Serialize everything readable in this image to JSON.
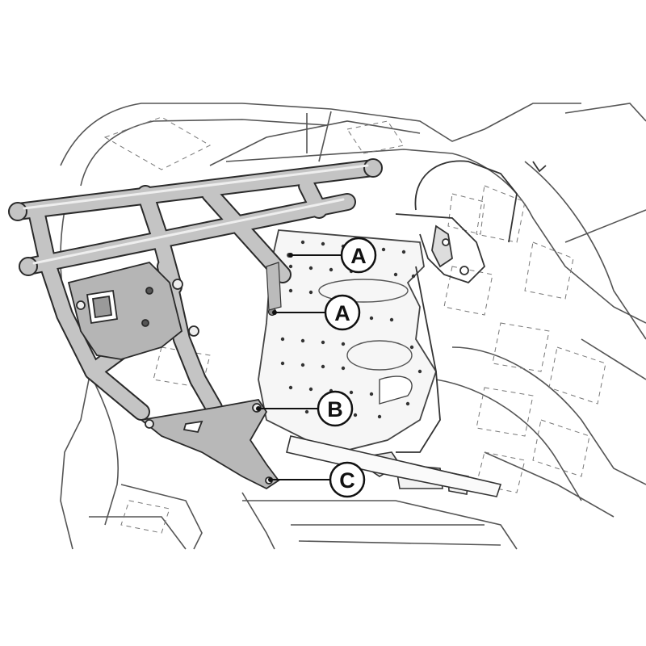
{
  "diagram": {
    "callouts": [
      {
        "id": "A",
        "label": "A"
      },
      {
        "id": "A2",
        "label": "A"
      },
      {
        "id": "B",
        "label": "B"
      },
      {
        "id": "C",
        "label": "C"
      }
    ]
  },
  "colors": {
    "ink": "#1a1a1a",
    "line": "#555555",
    "part_fill": "#b8b8b8",
    "plate_fill": "#f4f4f4",
    "background": "#ffffff"
  }
}
